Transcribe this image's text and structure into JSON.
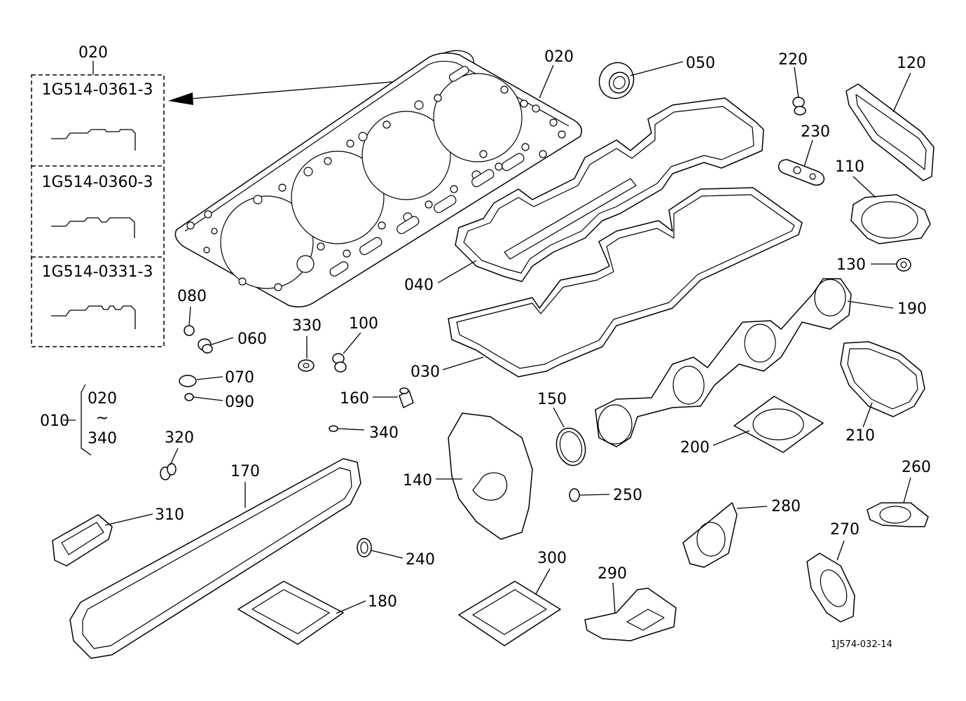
{
  "inset": {
    "header": "020",
    "variants": [
      "1G514-0361-3",
      "1G514-0360-3",
      "1G514-0331-3"
    ]
  },
  "assembly": {
    "code": "010",
    "range_from": "020",
    "range_sep": "~",
    "range_to": "340"
  },
  "callouts": {
    "c020": "020",
    "c050": "050",
    "c220": "220",
    "c120": "120",
    "c230": "230",
    "c110": "110",
    "c040": "040",
    "c130": "130",
    "c190": "190",
    "c080": "080",
    "c060": "060",
    "c330": "330",
    "c100": "100",
    "c030": "030",
    "c070": "070",
    "c090": "090",
    "c160": "160",
    "c150": "150",
    "c340": "340",
    "c210": "210",
    "c200": "200",
    "c320": "320",
    "c170": "170",
    "c140": "140",
    "c260": "260",
    "c250": "250",
    "c280": "280",
    "c310": "310",
    "c270": "270",
    "c240": "240",
    "c300": "300",
    "c290": "290",
    "c180": "180"
  },
  "figure_id": "1J574-032-14"
}
